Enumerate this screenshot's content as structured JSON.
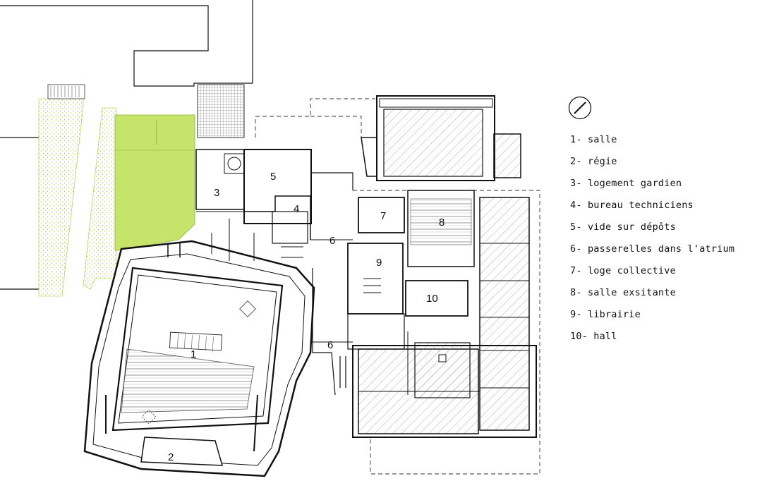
{
  "rooms": [
    {
      "id": "1",
      "label": "1"
    },
    {
      "id": "2",
      "label": "2"
    },
    {
      "id": "3",
      "label": "3"
    },
    {
      "id": "4",
      "label": "4"
    },
    {
      "id": "5",
      "label": "5"
    },
    {
      "id": "6a",
      "label": "6"
    },
    {
      "id": "6b",
      "label": "6"
    },
    {
      "id": "7",
      "label": "7"
    },
    {
      "id": "8",
      "label": "8"
    },
    {
      "id": "9",
      "label": "9"
    },
    {
      "id": "10",
      "label": "10"
    }
  ],
  "legend": [
    "1- salle",
    "2- régie",
    "3- logement gardien",
    "4- bureau techniciens",
    "5- vide sur dépôts",
    "6- passerelles dans l'atrium",
    "7- loge collective",
    "8- salle exsitante",
    "9- librairie",
    "10- hall"
  ],
  "colors": {
    "wall": "#111111",
    "garden": "#c6e36a",
    "garden_dots": "#9ccf3a",
    "hatch": "#9a9a9a",
    "background": "#ffffff"
  },
  "icons": {
    "north_arrow": "compass-north-icon"
  }
}
